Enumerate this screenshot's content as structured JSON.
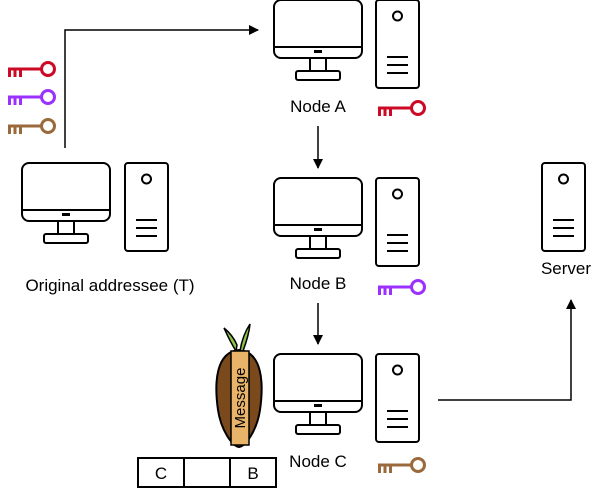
{
  "labels": {
    "original": "Original addressee (T)",
    "node_a": "Node A",
    "node_b": "Node B",
    "node_c": "Node C",
    "server": "Server"
  },
  "message": {
    "text": "Message",
    "cells": [
      "C",
      "",
      "B"
    ]
  },
  "keys": {
    "red": "#cc0a26",
    "purple": "#9b30ff",
    "brown": "#9a6a3c"
  },
  "icons": [
    "desktop-icon",
    "tower-icon",
    "server-icon",
    "key-icon",
    "onion-icon"
  ]
}
